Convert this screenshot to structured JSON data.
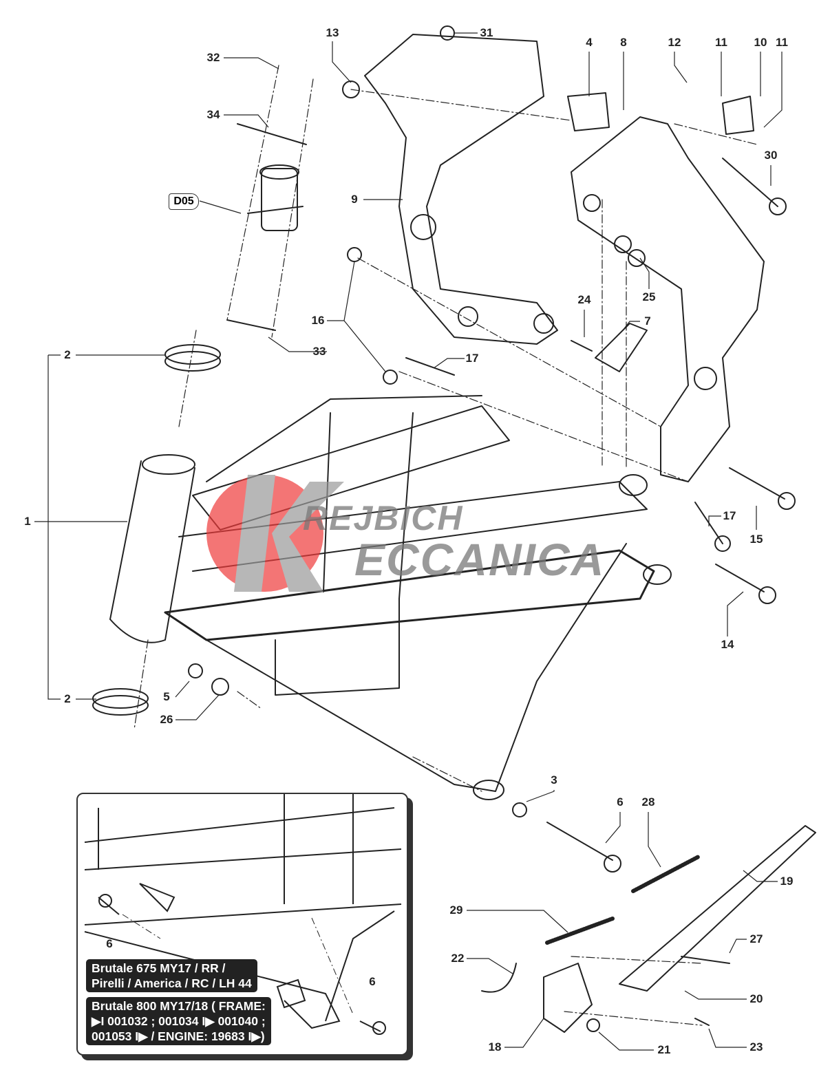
{
  "diagram": {
    "title_code": "D05",
    "watermark": [
      "REJBICH",
      "ECCANICA"
    ],
    "callouts": [
      "13",
      "31",
      "4",
      "8",
      "12",
      "11",
      "10",
      "11",
      "32",
      "34",
      "30",
      "9",
      "24",
      "25",
      "7",
      "16",
      "17",
      "2",
      "33",
      "1",
      "17",
      "15",
      "14",
      "5",
      "2",
      "26",
      "3",
      "6",
      "28",
      "19",
      "29",
      "27",
      "22",
      "20",
      "18",
      "21",
      "23"
    ],
    "inset": {
      "callouts": [
        "6",
        "6"
      ],
      "notes": [
        [
          "Brutale 675 MY17 / RR /",
          "Pirelli / America / RC / LH 44"
        ],
        [
          "Brutale 800 MY17/18 ( FRAME:",
          "▶I 001032 ; 001034 I▶ 001040 ;",
          "001053 I▶ / ENGINE: 19683 I▶)"
        ]
      ]
    }
  },
  "colors": {
    "line": "#222222",
    "watermark_red": "#ee3b3b"
  }
}
